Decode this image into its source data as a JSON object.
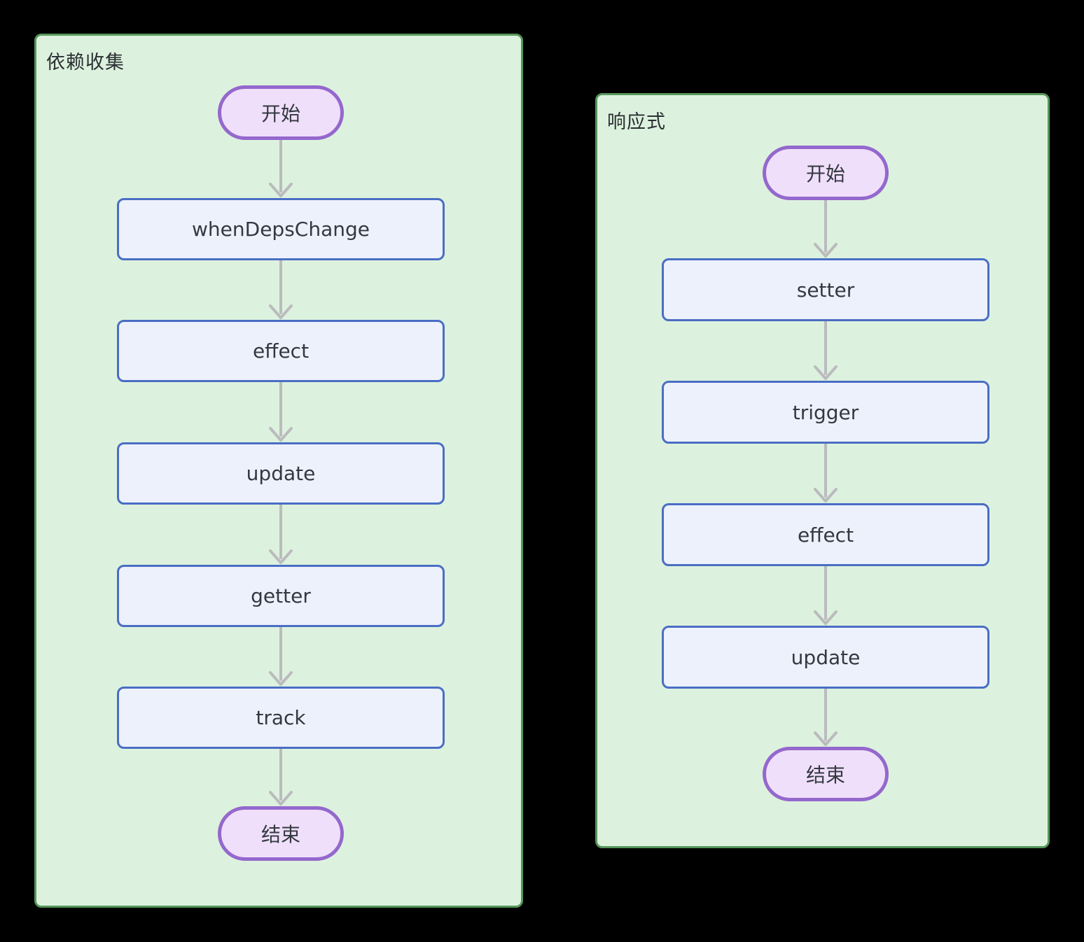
{
  "diagram": {
    "background_color": "#000000",
    "arrow_color": "#bbbbbe",
    "text_color": "#333940",
    "title_color": "#2a2f33",
    "node_styles": {
      "rect": {
        "fill": "#edf1fb",
        "border": "#4a6ec4"
      },
      "stadium": {
        "fill": "#f0dffa",
        "border": "#9468cd"
      }
    },
    "panels": [
      {
        "key": "deps",
        "title": "依赖收集",
        "fill": "#ddf2de",
        "border": "#55965a",
        "nodes": [
          {
            "id": "start",
            "label": "开始",
            "shape": "stadium"
          },
          {
            "id": "when-deps-change",
            "label": "whenDepsChange",
            "shape": "rect"
          },
          {
            "id": "effect",
            "label": "effect",
            "shape": "rect"
          },
          {
            "id": "update",
            "label": "update",
            "shape": "rect"
          },
          {
            "id": "getter",
            "label": "getter",
            "shape": "rect"
          },
          {
            "id": "track",
            "label": "track",
            "shape": "rect"
          },
          {
            "id": "end",
            "label": "结束",
            "shape": "stadium"
          }
        ],
        "edges": [
          [
            "开始",
            "whenDepsChange"
          ],
          [
            "whenDepsChange",
            "effect"
          ],
          [
            "effect",
            "update"
          ],
          [
            "update",
            "getter"
          ],
          [
            "getter",
            "track"
          ],
          [
            "track",
            "结束"
          ]
        ]
      },
      {
        "key": "reactive",
        "title": "响应式",
        "fill": "#ddf2de",
        "border": "#55965a",
        "nodes": [
          {
            "id": "start",
            "label": "开始",
            "shape": "stadium"
          },
          {
            "id": "setter",
            "label": "setter",
            "shape": "rect"
          },
          {
            "id": "trigger",
            "label": "trigger",
            "shape": "rect"
          },
          {
            "id": "effect",
            "label": "effect",
            "shape": "rect"
          },
          {
            "id": "update",
            "label": "update",
            "shape": "rect"
          },
          {
            "id": "end",
            "label": "结束",
            "shape": "stadium"
          }
        ],
        "edges": [
          [
            "开始",
            "setter"
          ],
          [
            "setter",
            "trigger"
          ],
          [
            "trigger",
            "effect"
          ],
          [
            "effect",
            "update"
          ],
          [
            "update",
            "结束"
          ]
        ]
      }
    ]
  }
}
